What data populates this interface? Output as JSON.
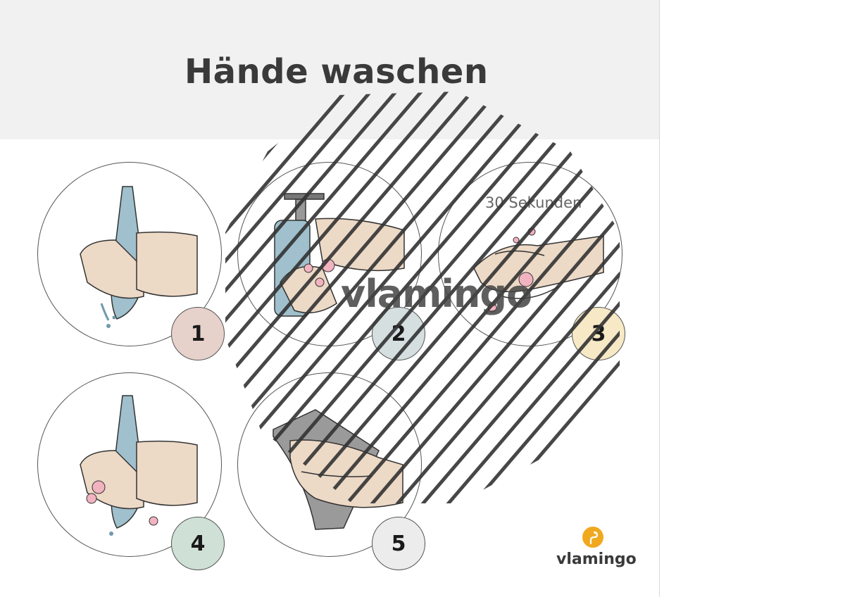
{
  "page": {
    "title": "Hände waschen"
  },
  "steps": [
    {
      "number": "1",
      "badge_color": "#e7d1cb",
      "scene": "rinse-hands"
    },
    {
      "number": "2",
      "badge_color": "#d5dfdf",
      "scene": "soap-dispenser"
    },
    {
      "number": "3",
      "badge_color": "#f7e9c5",
      "scene": "scrub-hands",
      "timer_label": "30 Sekunden"
    },
    {
      "number": "4",
      "badge_color": "#cfe1d6",
      "scene": "rinse-off-soap"
    },
    {
      "number": "5",
      "badge_color": "#ececec",
      "scene": "dry-towel"
    }
  ],
  "watermark": {
    "text": "vlamingo"
  },
  "brand": {
    "name": "vlamingo",
    "accent_color": "#f0a91f",
    "icon": "flamingo-icon"
  },
  "colors": {
    "header_bg": "#f1f1f1",
    "skin": "#ecd9c6",
    "water": "#9fc0cc",
    "soap_bubble": "#f2b3c0",
    "towel": "#9a9a9a"
  }
}
